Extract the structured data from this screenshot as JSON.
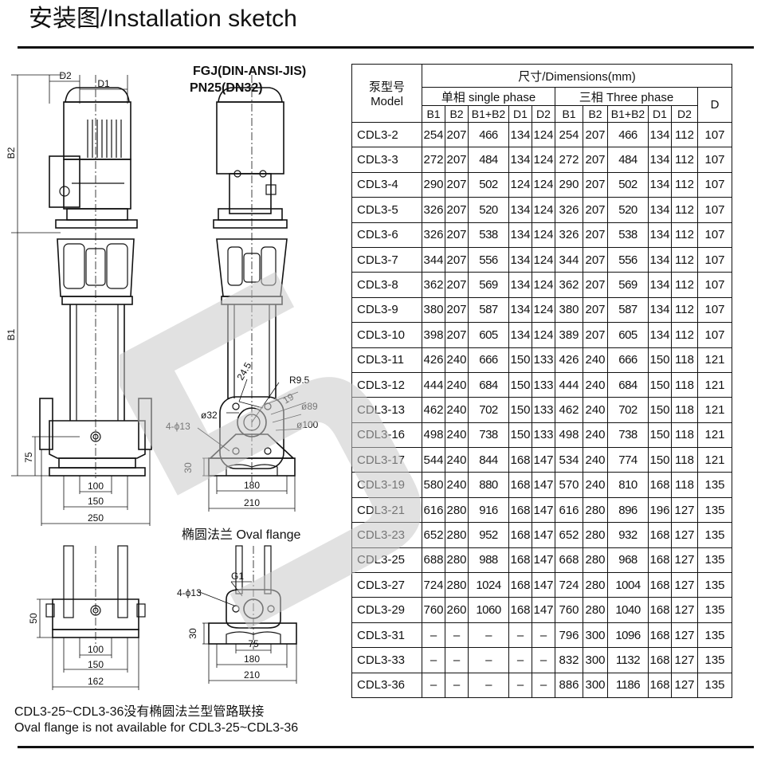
{
  "title": "安装图/Installation sketch",
  "drawing": {
    "standard_label": "FGJ(DIN-ANSI-JIS)",
    "pressure_label": "PN25(DN32)",
    "oval_flange_label": "椭圆法兰 Oval flange",
    "front_view": {
      "d2": "D2",
      "d1": "D1",
      "b2": "B2",
      "b1": "B1",
      "h75": "75",
      "w100": "100",
      "w150": "150",
      "w250": "250"
    },
    "side_view": {
      "r9_5": "R9.5",
      "l24_5": "24.5",
      "l19": "19",
      "phi89": "ø89",
      "phi100": "ø100",
      "phi32": "ø32",
      "holes": "4-ϕ13",
      "h30": "30",
      "w180": "180",
      "w210": "210"
    },
    "oval_front": {
      "h50": "50",
      "w100": "100",
      "w150": "150",
      "w162": "162"
    },
    "oval_side": {
      "g1": "G1",
      "holes": "4-ϕ13",
      "h30": "30",
      "w75": "75",
      "w180": "180",
      "w210": "210"
    }
  },
  "notes": {
    "zh": "CDL3-25~CDL3-36没有椭圆法兰型管路联接",
    "en": "Oval flange is not available for CDL3-25~CDL3-36"
  },
  "table": {
    "model_header_zh": "泵型号",
    "model_header_en": "Model",
    "dimensions_header": "尺寸/Dimensions(mm)",
    "single_phase": "单相 single phase",
    "three_phase": "三相 Three phase",
    "d_header": "D",
    "sub_headers": [
      "B1",
      "B2",
      "B1+B2",
      "D1",
      "D2",
      "B1",
      "B2",
      "B1+B2",
      "D1",
      "D2"
    ],
    "rows": [
      {
        "model": "CDL3-2",
        "v": [
          "254",
          "207",
          "466",
          "134",
          "124",
          "254",
          "207",
          "466",
          "134",
          "112",
          "107"
        ]
      },
      {
        "model": "CDL3-3",
        "v": [
          "272",
          "207",
          "484",
          "134",
          "124",
          "272",
          "207",
          "484",
          "134",
          "112",
          "107"
        ]
      },
      {
        "model": "CDL3-4",
        "v": [
          "290",
          "207",
          "502",
          "124",
          "124",
          "290",
          "207",
          "502",
          "134",
          "112",
          "107"
        ]
      },
      {
        "model": "CDL3-5",
        "v": [
          "326",
          "207",
          "520",
          "134",
          "124",
          "326",
          "207",
          "520",
          "134",
          "112",
          "107"
        ]
      },
      {
        "model": "CDL3-6",
        "v": [
          "326",
          "207",
          "538",
          "134",
          "124",
          "326",
          "207",
          "538",
          "134",
          "112",
          "107"
        ]
      },
      {
        "model": "CDL3-7",
        "v": [
          "344",
          "207",
          "556",
          "134",
          "124",
          "344",
          "207",
          "556",
          "134",
          "112",
          "107"
        ]
      },
      {
        "model": "CDL3-8",
        "v": [
          "362",
          "207",
          "569",
          "134",
          "124",
          "362",
          "207",
          "569",
          "134",
          "112",
          "107"
        ]
      },
      {
        "model": "CDL3-9",
        "v": [
          "380",
          "207",
          "587",
          "134",
          "124",
          "380",
          "207",
          "587",
          "134",
          "112",
          "107"
        ]
      },
      {
        "model": "CDL3-10",
        "v": [
          "398",
          "207",
          "605",
          "134",
          "124",
          "389",
          "207",
          "605",
          "134",
          "112",
          "107"
        ]
      },
      {
        "model": "CDL3-11",
        "v": [
          "426",
          "240",
          "666",
          "150",
          "133",
          "426",
          "240",
          "666",
          "150",
          "118",
          "121"
        ]
      },
      {
        "model": "CDL3-12",
        "v": [
          "444",
          "240",
          "684",
          "150",
          "133",
          "444",
          "240",
          "684",
          "150",
          "118",
          "121"
        ]
      },
      {
        "model": "CDL3-13",
        "v": [
          "462",
          "240",
          "702",
          "150",
          "133",
          "462",
          "240",
          "702",
          "150",
          "118",
          "121"
        ]
      },
      {
        "model": "CDL3-16",
        "v": [
          "498",
          "240",
          "738",
          "150",
          "133",
          "498",
          "240",
          "738",
          "150",
          "118",
          "121"
        ]
      },
      {
        "model": "CDL3-17",
        "v": [
          "544",
          "240",
          "844",
          "168",
          "147",
          "534",
          "240",
          "774",
          "150",
          "118",
          "121"
        ]
      },
      {
        "model": "CDL3-19",
        "v": [
          "580",
          "240",
          "880",
          "168",
          "147",
          "570",
          "240",
          "810",
          "168",
          "118",
          "135"
        ]
      },
      {
        "model": "CDL3-21",
        "v": [
          "616",
          "280",
          "916",
          "168",
          "147",
          "616",
          "280",
          "896",
          "196",
          "127",
          "135"
        ]
      },
      {
        "model": "CDL3-23",
        "v": [
          "652",
          "280",
          "952",
          "168",
          "147",
          "652",
          "280",
          "932",
          "168",
          "127",
          "135"
        ]
      },
      {
        "model": "CDL3-25",
        "v": [
          "688",
          "280",
          "988",
          "168",
          "147",
          "668",
          "280",
          "968",
          "168",
          "127",
          "135"
        ]
      },
      {
        "model": "CDL3-27",
        "v": [
          "724",
          "280",
          "1024",
          "168",
          "147",
          "724",
          "280",
          "1004",
          "168",
          "127",
          "135"
        ]
      },
      {
        "model": "CDL3-29",
        "v": [
          "760",
          "260",
          "1060",
          "168",
          "147",
          "760",
          "280",
          "1040",
          "168",
          "127",
          "135"
        ]
      },
      {
        "model": "CDL3-31",
        "v": [
          "–",
          "–",
          "–",
          "–",
          "–",
          "796",
          "300",
          "1096",
          "168",
          "127",
          "135"
        ]
      },
      {
        "model": "CDL3-33",
        "v": [
          "–",
          "–",
          "–",
          "–",
          "–",
          "832",
          "300",
          "1132",
          "168",
          "127",
          "135"
        ]
      },
      {
        "model": "CDL3-36",
        "v": [
          "–",
          "–",
          "–",
          "–",
          "–",
          "886",
          "300",
          "1186",
          "168",
          "127",
          "135"
        ]
      }
    ]
  }
}
